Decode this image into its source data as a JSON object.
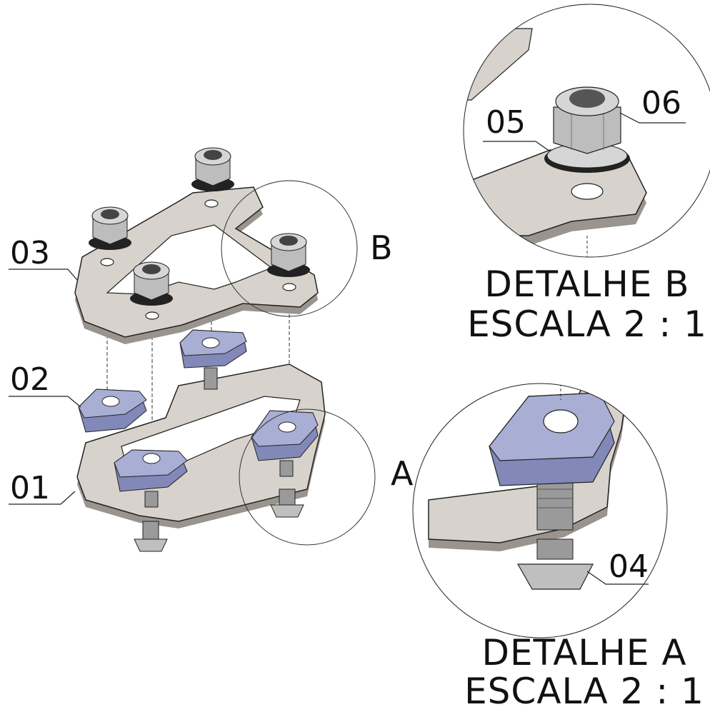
{
  "drawing": {
    "balloons": {
      "p01": "01",
      "p02": "02",
      "p03": "03",
      "p04": "04",
      "p05": "05",
      "p06": "06"
    },
    "detail_letters": {
      "a": "A",
      "b": "B"
    },
    "detail_b": {
      "title": "DETALHE B",
      "scale": "ESCALA 2 : 1"
    },
    "detail_a": {
      "title": "DETALHE A",
      "scale": "ESCALA 2 : 1"
    }
  },
  "colors": {
    "plate": "#d8d2cc",
    "plate_edge": "#9a948e",
    "nut": "#c8c8c8",
    "nut_dark": "#4a4a4a",
    "t_nut": "#a9aed4",
    "t_nut_side": "#8288b8",
    "line": "#222222"
  }
}
